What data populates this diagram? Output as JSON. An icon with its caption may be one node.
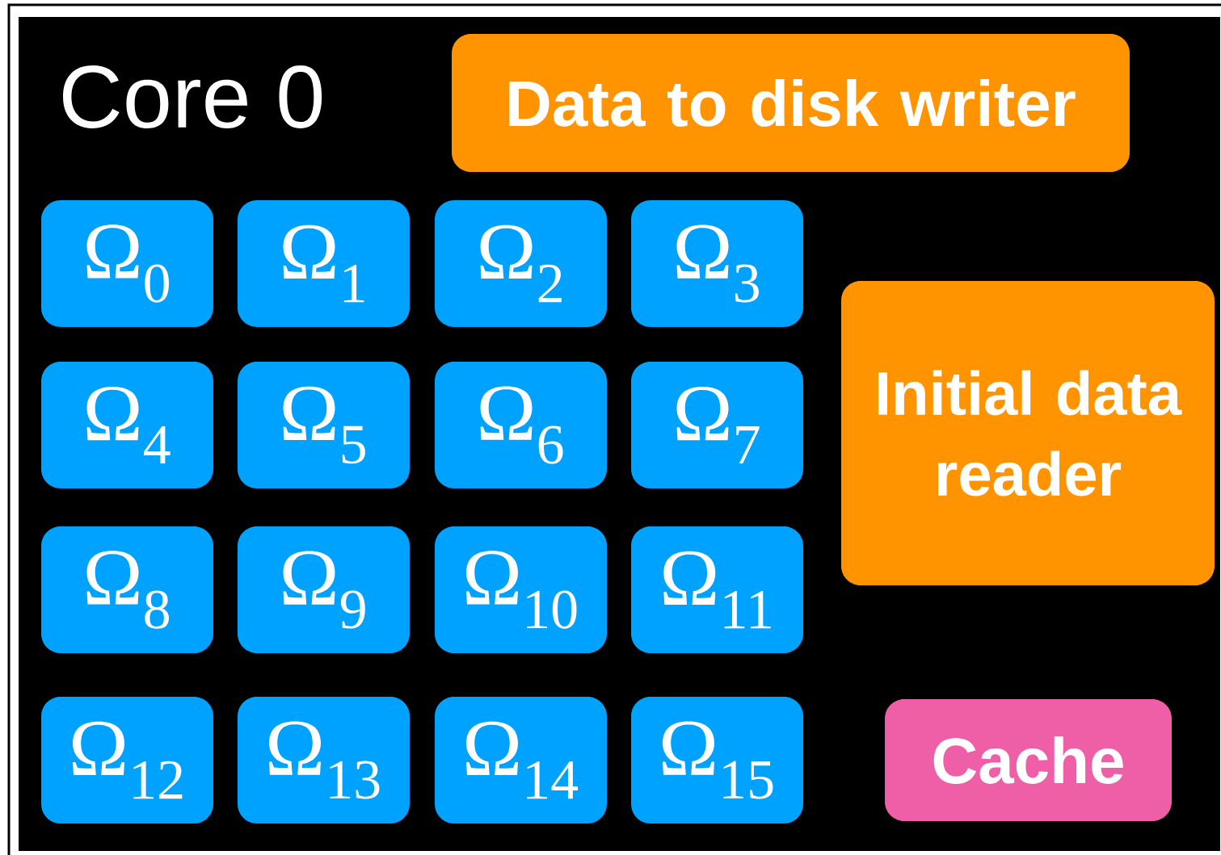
{
  "diagram": {
    "nodes": [
      {
        "text": [
          "Core 0"
        ]
      },
      {
        "text": [
          "Data to disk writer"
        ],
        "in": 0
      },
      {
        "text": [
          "Ω$_{0}$"
        ],
        "in": 0
      },
      {
        "text": [
          "Ω$_{1}$"
        ],
        "in": 0
      },
      {
        "text": [
          "Ω$_{2}$"
        ],
        "in": 0
      },
      {
        "text": [
          "Ω$_{3}$"
        ],
        "in": 0
      },
      {
        "text": [
          "Ω$_{4}$"
        ],
        "in": 0
      },
      {
        "text": [
          "Ω$_{5}$"
        ],
        "in": 0
      },
      {
        "text": [
          "Ω$_{6}$"
        ],
        "in": 0
      },
      {
        "text": [
          "Ω$_{7}$"
        ],
        "in": 0
      },
      {
        "text": [
          "Initial data reader"
        ],
        "in": 0
      },
      {
        "text": [
          "Ω$_{8}$"
        ],
        "in": 0
      },
      {
        "text": [
          "Ω$_{9}$"
        ],
        "in": 0
      },
      {
        "text": [
          "Ω$_{10}$"
        ],
        "in": 0
      },
      {
        "text": [
          "Ω$_{11}$"
        ],
        "in": 0
      },
      {
        "text": [
          "Ω$_{12}$"
        ],
        "in": 0
      },
      {
        "text": [
          "Ω$_{13}$"
        ],
        "in": 0
      },
      {
        "text": [
          "Ω$_{14}$"
        ],
        "in": 0
      },
      {
        "text": [
          "Ω$_{15}$"
        ],
        "in": 0
      },
      {
        "text": [
          "Cache"
        ],
        "in": 0
      }
    ]
  }
}
